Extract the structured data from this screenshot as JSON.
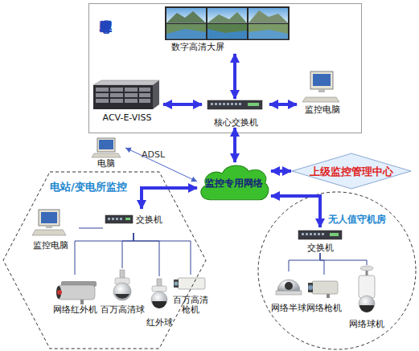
{
  "diagram": {
    "nodes": [
      {
        "text": [
          "监控管理中心"
        ]
      },
      {
        "text": [
          "数字高清大屏"
        ],
        "in": 0
      },
      {
        "text": [
          "ACV-E-VISS"
        ],
        "in": 0
      },
      {
        "text": [
          "核心交换机"
        ],
        "in": 0
      },
      {
        "text": [
          "监控电脑"
        ],
        "in": 0
      },
      {
        "text": [
          "电脑"
        ]
      },
      {
        "text": [
          "监控专用网络"
        ]
      },
      {
        "text": [
          "上级监控管理中心"
        ]
      },
      {
        "text": [
          "电站/变电所监控"
        ]
      },
      {
        "text": [
          "交换机"
        ],
        "in": 8
      },
      {
        "text": [
          "监控电脑"
        ],
        "in": 8
      },
      {
        "text": [
          "网络红外机"
        ],
        "in": 8
      },
      {
        "text": [
          "百万高清球"
        ],
        "in": 8
      },
      {
        "text": [
          "红外球"
        ],
        "in": 8
      },
      {
        "text": [
          "百万高清枪机"
        ],
        "in": 8
      },
      {
        "text": [
          "无人值守机房"
        ]
      },
      {
        "text": [
          "交换机"
        ],
        "in": 15
      },
      {
        "text": [
          "网络半球"
        ],
        "in": 15
      },
      {
        "text": [
          "网络枪机"
        ],
        "in": 15
      },
      {
        "text": [
          "网络球机"
        ],
        "in": 15
      }
    ],
    "edges": [
      {
        "from": 3,
        "to": 1,
        "arrow": "both"
      },
      {
        "from": 3,
        "to": 2,
        "arrow": "both"
      },
      {
        "from": 3,
        "to": 4,
        "arrow": "both"
      },
      {
        "from": 3,
        "to": 6,
        "arrow": "both"
      },
      {
        "from": 5,
        "to": 6,
        "label": "ADSL",
        "arrow": "both"
      },
      {
        "from": 6,
        "to": 7,
        "arrow": "both"
      },
      {
        "from": 6,
        "to": 9,
        "arrow": "both"
      },
      {
        "from": 6,
        "to": 16,
        "arrow": "both"
      },
      {
        "from": 9,
        "to": 10,
        "arrow": "none"
      },
      {
        "from": 9,
        "to": 11,
        "arrow": "none"
      },
      {
        "from": 9,
        "to": 12,
        "arrow": "none"
      },
      {
        "from": 9,
        "to": 13,
        "arrow": "none"
      },
      {
        "from": 9,
        "to": 14,
        "arrow": "none"
      },
      {
        "from": 16,
        "to": 17,
        "arrow": "none"
      },
      {
        "from": 16,
        "to": 18,
        "arrow": "none"
      },
      {
        "from": 16,
        "to": 19,
        "arrow": "none"
      }
    ]
  }
}
